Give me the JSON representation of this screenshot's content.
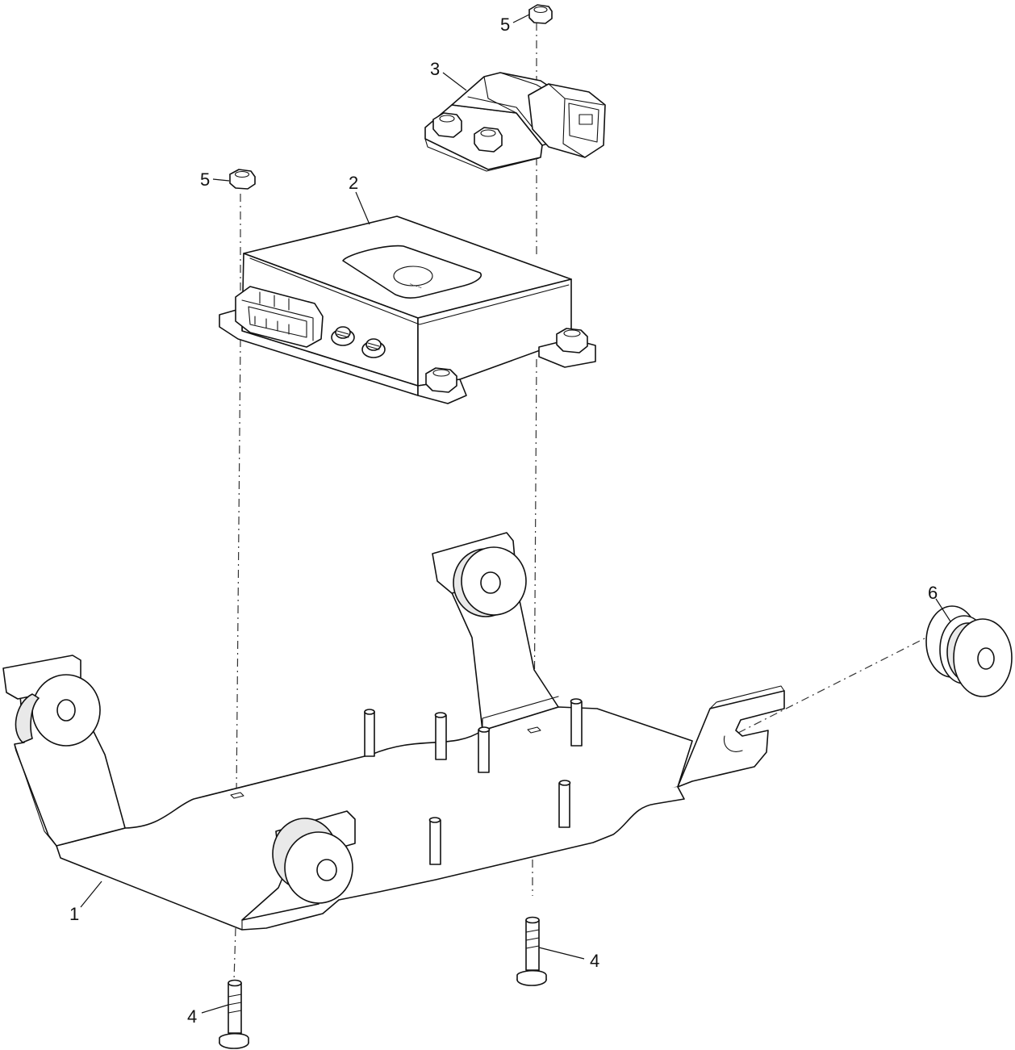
{
  "callouts": {
    "c1": "1",
    "c2": "2",
    "c3": "3",
    "c4a": "4",
    "c4b": "4",
    "c5a": "5",
    "c5b": "5",
    "c6": "6"
  },
  "parts": [
    {
      "id": "1",
      "icon": "mounting-bracket-icon"
    },
    {
      "id": "2",
      "icon": "control-module-icon"
    },
    {
      "id": "3",
      "icon": "connector-module-icon"
    },
    {
      "id": "4",
      "icon": "bolt-icon"
    },
    {
      "id": "5",
      "icon": "nut-icon"
    },
    {
      "id": "6",
      "icon": "grommet-icon"
    }
  ]
}
